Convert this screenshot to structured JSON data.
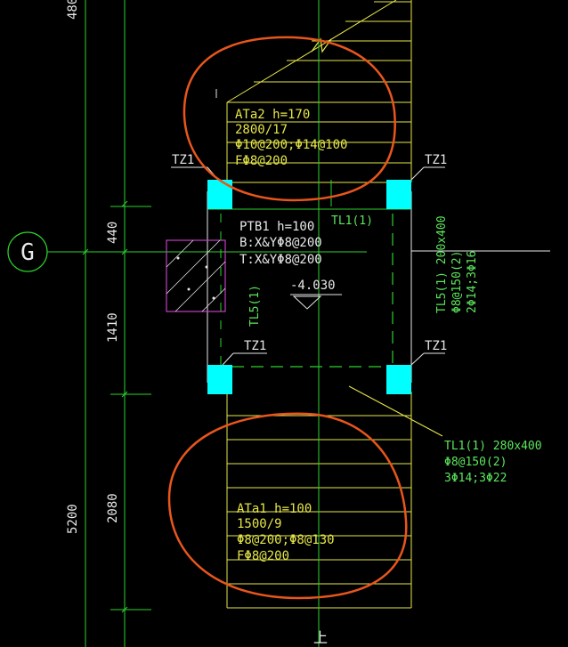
{
  "colors": {
    "background": "#000000",
    "axis_line": "#2bd22b",
    "stair_yellow": "#e6e64a",
    "wall_white": "#e8e8e8",
    "column_cyan": "#00ffff",
    "beam_green": "#37d737",
    "text_yellow": "#e6e64a",
    "text_green": "#5ce65c",
    "text_white": "#e8e8e8",
    "section_magenta": "#c23fc2",
    "markup_orange": "#e8561c"
  },
  "grid_axis": {
    "label": "G"
  },
  "dimensions": {
    "top": "480",
    "d440": "440",
    "d1410": "1410",
    "d2080": "2080",
    "d5200": "5200"
  },
  "stair_top": {
    "line1": "ATa2 h=170",
    "line2": "2800/17",
    "line3": "Φ10@200;Φ14@100",
    "line4": "FΦ8@200"
  },
  "stair_bottom": {
    "line1": "ATa1 h=100",
    "line2": "1500/9",
    "line3": "Φ8@200;Φ8@130",
    "line4": "FΦ8@200"
  },
  "platform": {
    "line1": "PTB1 h=100",
    "line2": "B:X&YΦ8@200",
    "line3": "T:X&YΦ8@200",
    "elevation": "-4.030"
  },
  "columns": {
    "tl": "TZ1",
    "tr": "TZ1",
    "bl": "TZ1",
    "br": "TZ1"
  },
  "beams": {
    "tl1_short": "TL1(1)",
    "tl5_short": "TL5(1)",
    "tl5_line1": "TL5(1) 200x400",
    "tl5_line2": "Φ8@150(2)",
    "tl5_line3": "2Φ14;3Φ16",
    "tl1_line1": "TL1(1) 280x400",
    "tl1_line2": "Φ8@150(2)",
    "tl1_line3": "3Φ14;3Φ22"
  },
  "bottom_mark": "上"
}
